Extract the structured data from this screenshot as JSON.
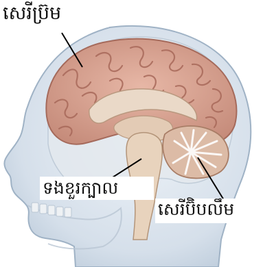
{
  "labels": {
    "cerebrum": "សេរីប្រ៊ម",
    "brainstem": "ទងខួរក្បាល",
    "cerebellum": "សេរីប៊ិបលឹម"
  },
  "colors": {
    "head": "#cfdae6",
    "head_edge": "#8ea4ba",
    "cerebrum": "#d59f8e",
    "cerebrum_fold": "#b57a6b",
    "inner": "#e8d6c4",
    "stem": "#e5cfb8",
    "cerebellum": "#d9b6a0"
  }
}
